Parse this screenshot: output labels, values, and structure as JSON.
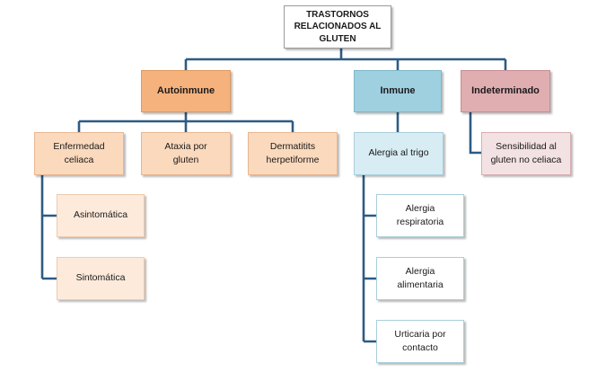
{
  "root": {
    "label": "TRASTORNOS\nRELACIONADOS AL\nGLUTEN"
  },
  "categories": [
    {
      "label": "Autoinmune",
      "children": [
        {
          "label": "Enfermedad\nceliaca",
          "children": [
            "Asintomática",
            "Sintomática"
          ]
        },
        {
          "label": "Ataxia por\ngluten",
          "children": []
        },
        {
          "label": "Dermatitits\nherpetiforme",
          "children": []
        }
      ]
    },
    {
      "label": "Inmune",
      "children": [
        {
          "label": "Alergia al trigo",
          "children": [
            "Alergia\nrespiratoria",
            "Alergia\nalimentaria",
            "Urticaria por\ncontacto"
          ]
        }
      ]
    },
    {
      "label": "Indeterminado",
      "children": [
        {
          "label": "Sensibilidad al\ngluten no celiaca",
          "children": []
        }
      ]
    }
  ],
  "colors": {
    "connector": "#2e5b84",
    "autoinmune": "#f5b27d",
    "inmune": "#9fd0e0",
    "indeterminado": "#e0aeb1"
  }
}
